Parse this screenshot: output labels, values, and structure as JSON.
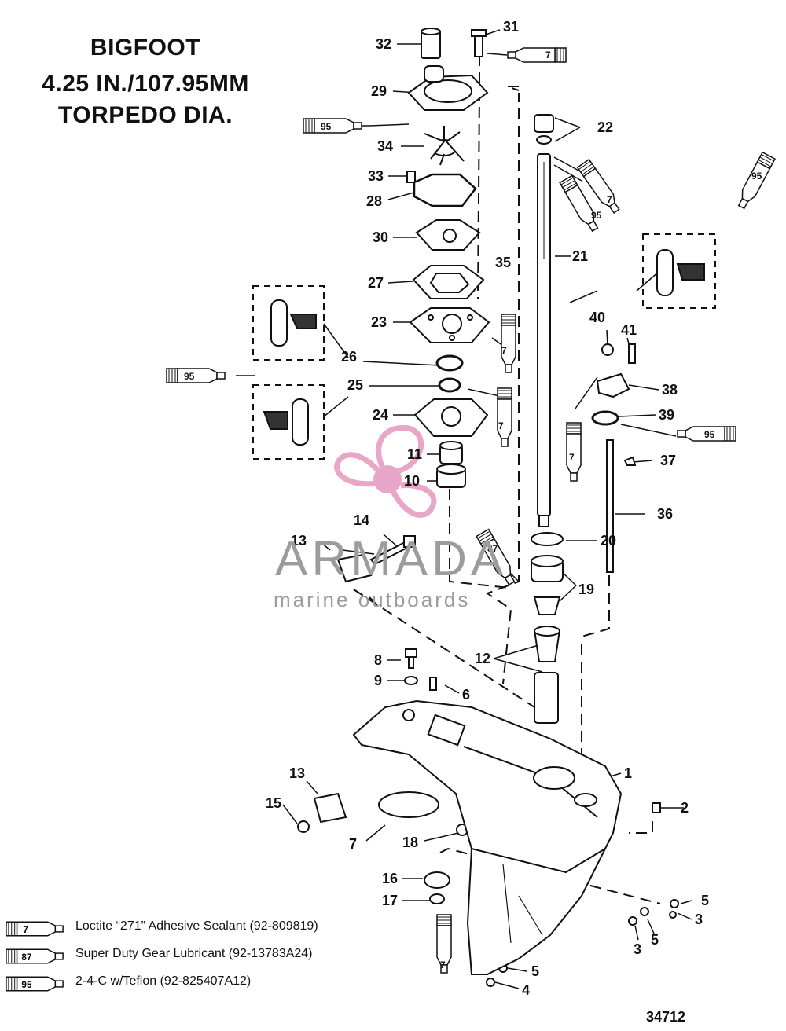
{
  "title": {
    "line1": "BIGFOOT",
    "line2": "4.25 IN./107.95MM",
    "line3": "TORPEDO DIA."
  },
  "figure_number": "34712",
  "watermark": {
    "brand": "ARMADA",
    "tagline": "marine outboards",
    "color": "#e8a6c8"
  },
  "legend": [
    {
      "code": "7",
      "text": "Loctite “271” Adhesive Sealant (92-809819)"
    },
    {
      "code": "87",
      "text": "Super Duty Gear Lubricant (92-13783A24)"
    },
    {
      "code": "95",
      "text": "2-4-C w/Teflon (92-825407A12)"
    }
  ],
  "tube_codes": {
    "sealant": "7",
    "lubricant": "87",
    "grease": "95"
  },
  "part_numbers": {
    "p1": "1",
    "p2": "2",
    "p3": "3",
    "p4": "4",
    "p5": "5",
    "p6": "6",
    "p7": "7",
    "p8": "8",
    "p9": "9",
    "p10": "10",
    "p11": "11",
    "p12": "12",
    "p13": "13",
    "p14": "14",
    "p15": "15",
    "p16": "16",
    "p17": "17",
    "p18": "18",
    "p19": "19",
    "p20": "20",
    "p21": "21",
    "p22": "22",
    "p23": "23",
    "p24": "24",
    "p25": "25",
    "p26": "26",
    "p27": "27",
    "p28": "28",
    "p29": "29",
    "p30": "30",
    "p31": "31",
    "p32": "32",
    "p33": "33",
    "p34": "34",
    "p35": "35",
    "p36": "36",
    "p37": "37",
    "p38": "38",
    "p39": "39",
    "p40": "40",
    "p41": "41"
  }
}
